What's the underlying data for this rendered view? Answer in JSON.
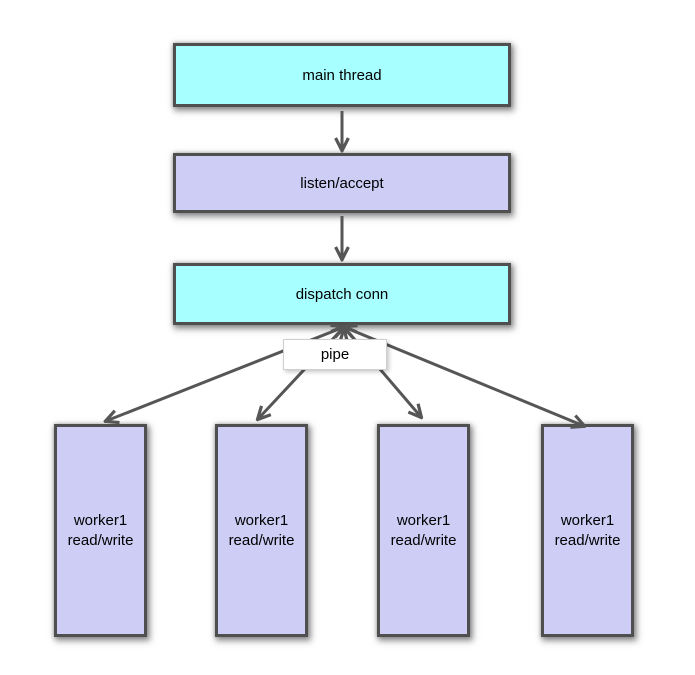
{
  "diagram": {
    "type": "flowchart",
    "nodes": {
      "main_thread": {
        "label": "main thread"
      },
      "listen_accept": {
        "label": "listen/accept"
      },
      "dispatch_conn": {
        "label": "dispatch conn"
      },
      "pipe": {
        "label": "pipe"
      },
      "workers": [
        {
          "label": "worker1\nread/write"
        },
        {
          "label": "worker1\nread/write"
        },
        {
          "label": "worker1\nread/write"
        },
        {
          "label": "worker1\nread/write"
        }
      ]
    },
    "edges": [
      {
        "from": "main thread",
        "to": "listen/accept"
      },
      {
        "from": "listen/accept",
        "to": "dispatch conn"
      },
      {
        "from": "dispatch conn",
        "to": "worker1 read/write #1",
        "via": "pipe"
      },
      {
        "from": "dispatch conn",
        "to": "worker1 read/write #2",
        "via": "pipe"
      },
      {
        "from": "dispatch conn",
        "to": "worker1 read/write #3",
        "via": "pipe"
      },
      {
        "from": "dispatch conn",
        "to": "worker1 read/write #4",
        "via": "pipe"
      }
    ],
    "colors": {
      "background": "#ffffff",
      "cyan_fill": "#a8ffff",
      "lavender_fill": "#cdcdf6",
      "box_border": "#4f4f4f",
      "line": "#565656",
      "pipe_fill": "#ffffff",
      "pipe_border": "#cfcfcf",
      "text": "#000000"
    }
  }
}
